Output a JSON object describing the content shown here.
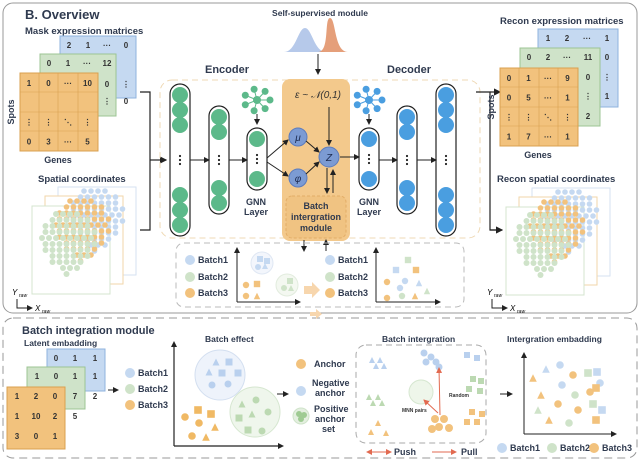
{
  "overview": {
    "title": "B. Overview",
    "mask_title": "Mask expression matrices",
    "recon_title": "Recon expression matrices",
    "spots_label": "Spots",
    "genes_label": "Genes",
    "spatial_title": "Spatial coordinates",
    "recon_spatial_title": "Recon spatial coordinates",
    "y_axis": "Y",
    "y_sub": "raw",
    "x_axis": "X",
    "x_sub": "raw",
    "self_supervised": "Self-supervised module",
    "encoder": "Encoder",
    "decoder": "Decoder",
    "gnn_line1": "GNN",
    "gnn_line2": "Layer",
    "epsilon": "ε ~ 𝒩(0,1)",
    "mu": "μ",
    "phi": "φ",
    "z": "Z",
    "bim_line1": "Batch",
    "bim_line2": "intergration",
    "bim_line3": "module",
    "mask_blue": [
      "2",
      "1",
      "···",
      "0"
    ],
    "mask_green": [
      "0",
      "1",
      "···",
      "12"
    ],
    "mask_orange_rows": [
      [
        "1",
        "0",
        "···",
        "10"
      ],
      [
        "",
        "",
        "",
        ""
      ],
      [
        "⋮",
        "⋮",
        "⋱",
        "⋮"
      ],
      [
        "0",
        "3",
        "···",
        "5"
      ]
    ],
    "mask_green_side": [
      "0",
      "⋮"
    ],
    "mask_blue_side": [
      "⋮",
      "0"
    ],
    "recon_blue": [
      "1",
      "2",
      "···",
      "1"
    ],
    "recon_green": [
      "0",
      "2",
      "···",
      "11",
      "0"
    ],
    "recon_orange_rows": [
      [
        "0",
        "1",
        "···",
        "9"
      ],
      [
        "0",
        "5",
        "···",
        "1"
      ],
      [
        "⋮",
        "⋮",
        "⋱",
        "⋮"
      ],
      [
        "1",
        "7",
        "···",
        "1"
      ]
    ],
    "recon_green_side": [
      "0",
      "⋮",
      "2"
    ],
    "recon_blue_side": [
      "⋮",
      "1"
    ]
  },
  "legend": {
    "batch1": "Batch1",
    "batch2": "Batch2",
    "batch3": "Batch3"
  },
  "module": {
    "title": "Batch integration module",
    "latent_title": "Latent embadding",
    "latent_blue": [
      "0",
      "1",
      "1"
    ],
    "latent_green": [
      "1",
      "0",
      "1",
      "1"
    ],
    "latent_orange_rows": [
      [
        "1",
        "2",
        "0"
      ],
      [
        "1",
        "10",
        "2"
      ],
      [
        "3",
        "0",
        "1"
      ]
    ],
    "latent_green_side": [
      "7",
      "5"
    ],
    "latent_blue_side": [
      "2"
    ],
    "batch_effect": "Batch effect",
    "anchor": "Anchor",
    "negative1": "Negative",
    "negative2": "anchor",
    "positive1": "Positive",
    "positive2": "anchor",
    "positive3": "set",
    "batch_intergration": "Batch intergration",
    "mnn_pairs": "MNN pairs",
    "random": "Random",
    "push": "Push",
    "pull": "Pull",
    "integration_embedding": "Intergration embadding"
  },
  "colors": {
    "blue": "#c5d9f1",
    "green": "#cfe3c9",
    "orange": "#f2c27d",
    "dark_green": "#5cb98a",
    "dark_blue": "#4a9ee0",
    "module_orange": "#f3c98c",
    "arrow_red": "#e26a50"
  }
}
